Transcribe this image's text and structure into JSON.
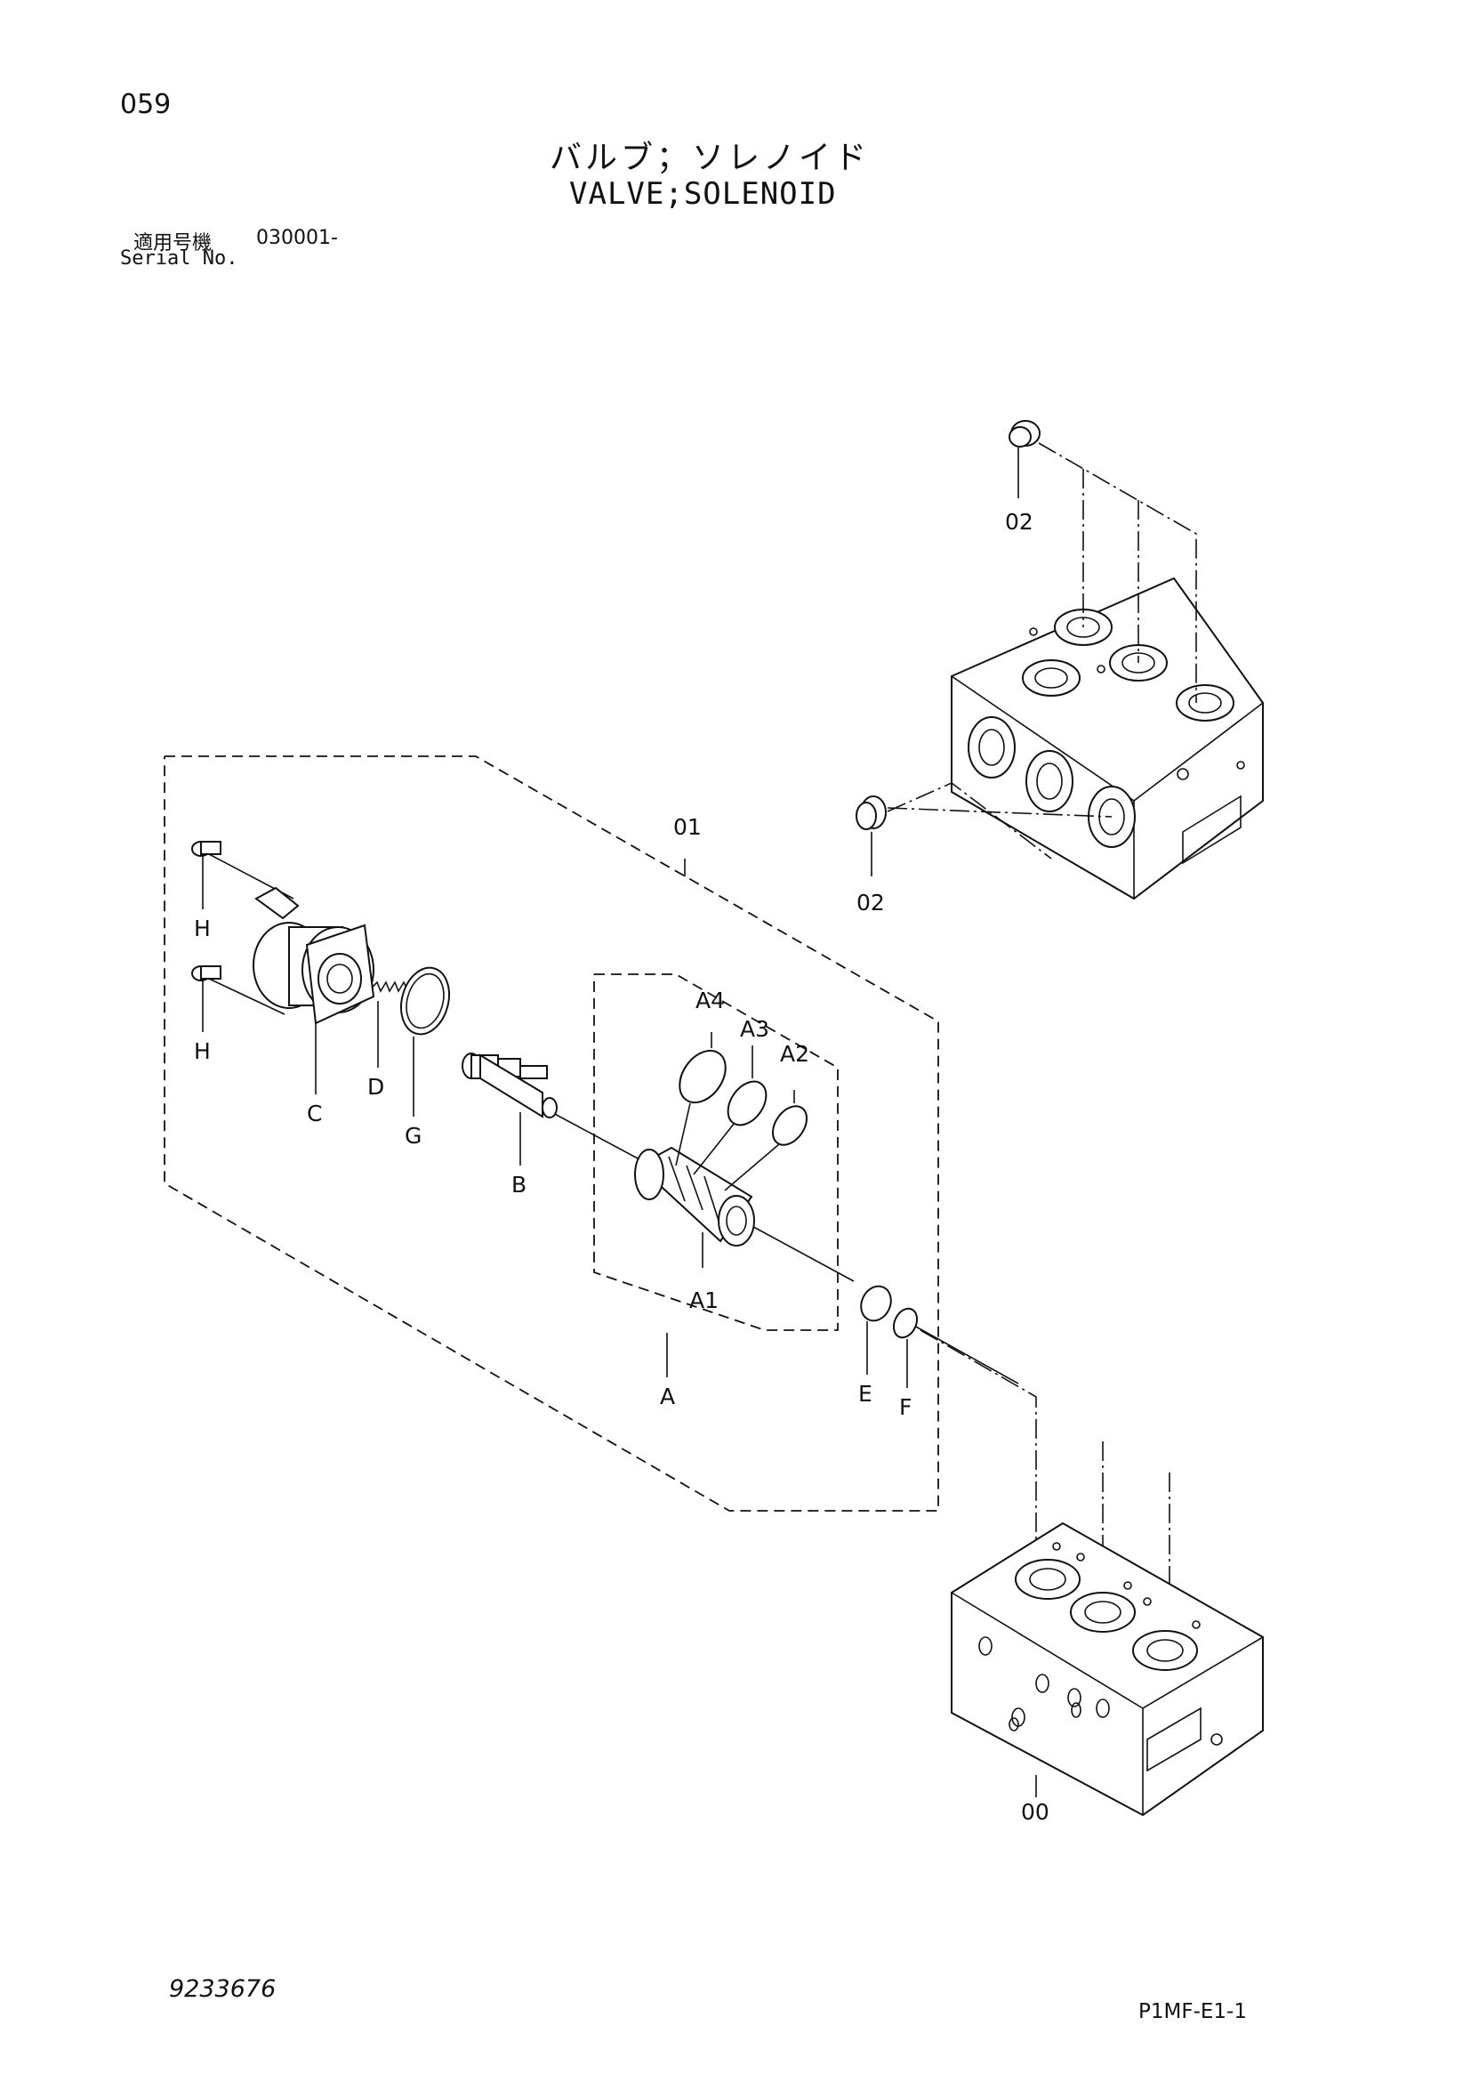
{
  "header": {
    "page_number": "059",
    "title_ja": "バルブ；ソレノイド",
    "title_en": "VALVE;SOLENOID",
    "serial_label_ja": "適用号機",
    "serial_value": "030001-",
    "serial_label_en": "Serial No."
  },
  "footer": {
    "doc_number": "9233676",
    "drawing_code": "P1MF-E1-1"
  },
  "callouts": {
    "part_00": "00",
    "part_01": "01",
    "part_02_top": "02",
    "part_02_side": "02",
    "A": "A",
    "A1": "A1",
    "A2": "A2",
    "A3": "A3",
    "A4": "A4",
    "B": "B",
    "C": "C",
    "D": "D",
    "E": "E",
    "F": "F",
    "G": "G",
    "H_upper": "H",
    "H_lower": "H"
  }
}
